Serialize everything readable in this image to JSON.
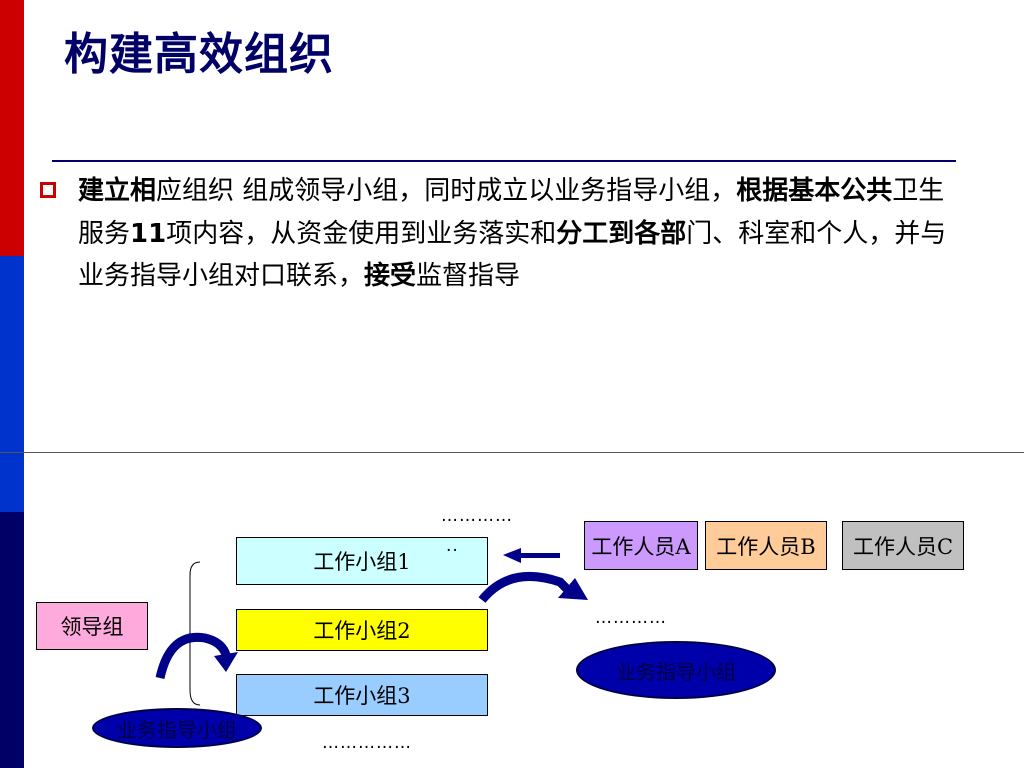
{
  "slide": {
    "title": "构建高效组织",
    "bullet_parts": [
      {
        "text": "建立相",
        "bold": true
      },
      {
        "text": "应组织 组成领导小组，同时成立以业务指导小组，",
        "bold": false
      },
      {
        "text": "根据基本公共",
        "bold": true
      },
      {
        "text": "卫生服务",
        "bold": false
      },
      {
        "text": "11",
        "bold": true
      },
      {
        "text": "项内容，从资金使用到业务落实和",
        "bold": false
      },
      {
        "text": "分工到各部",
        "bold": true
      },
      {
        "text": "门、科室和个人，并与业务指导小组对口联系，",
        "bold": false
      },
      {
        "text": "接受",
        "bold": true
      },
      {
        "text": "监督指导",
        "bold": false
      }
    ]
  },
  "diagram": {
    "leader": "领导组",
    "work_groups": [
      "工作小组1",
      "工作小组2",
      "工作小组3"
    ],
    "staff": [
      "工作人员A",
      "工作人员B",
      "工作人员C"
    ],
    "guidance_group": "业务指导小组",
    "dots_top": "…………",
    "dots_top2": "..",
    "dots_right": "…………",
    "dots_bottom": "……………"
  },
  "colors": {
    "title": "#000066",
    "bar_red": "#cc0000",
    "bar_blue": "#0033cc",
    "bar_navy": "#000066",
    "arrow": "#000088"
  }
}
